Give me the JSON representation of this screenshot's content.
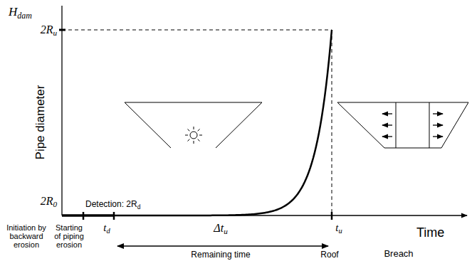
{
  "diagram": {
    "labels": [
      "Hdam",
      "2Ru",
      "Pipe diameter",
      "2R0",
      "Detection: 2Rd",
      "td",
      "Δtu",
      "tu",
      "Time",
      "Initiation by backward erosion",
      "Starting of piping erosion",
      "Remaining time",
      "Roof",
      "Breach"
    ]
  }
}
